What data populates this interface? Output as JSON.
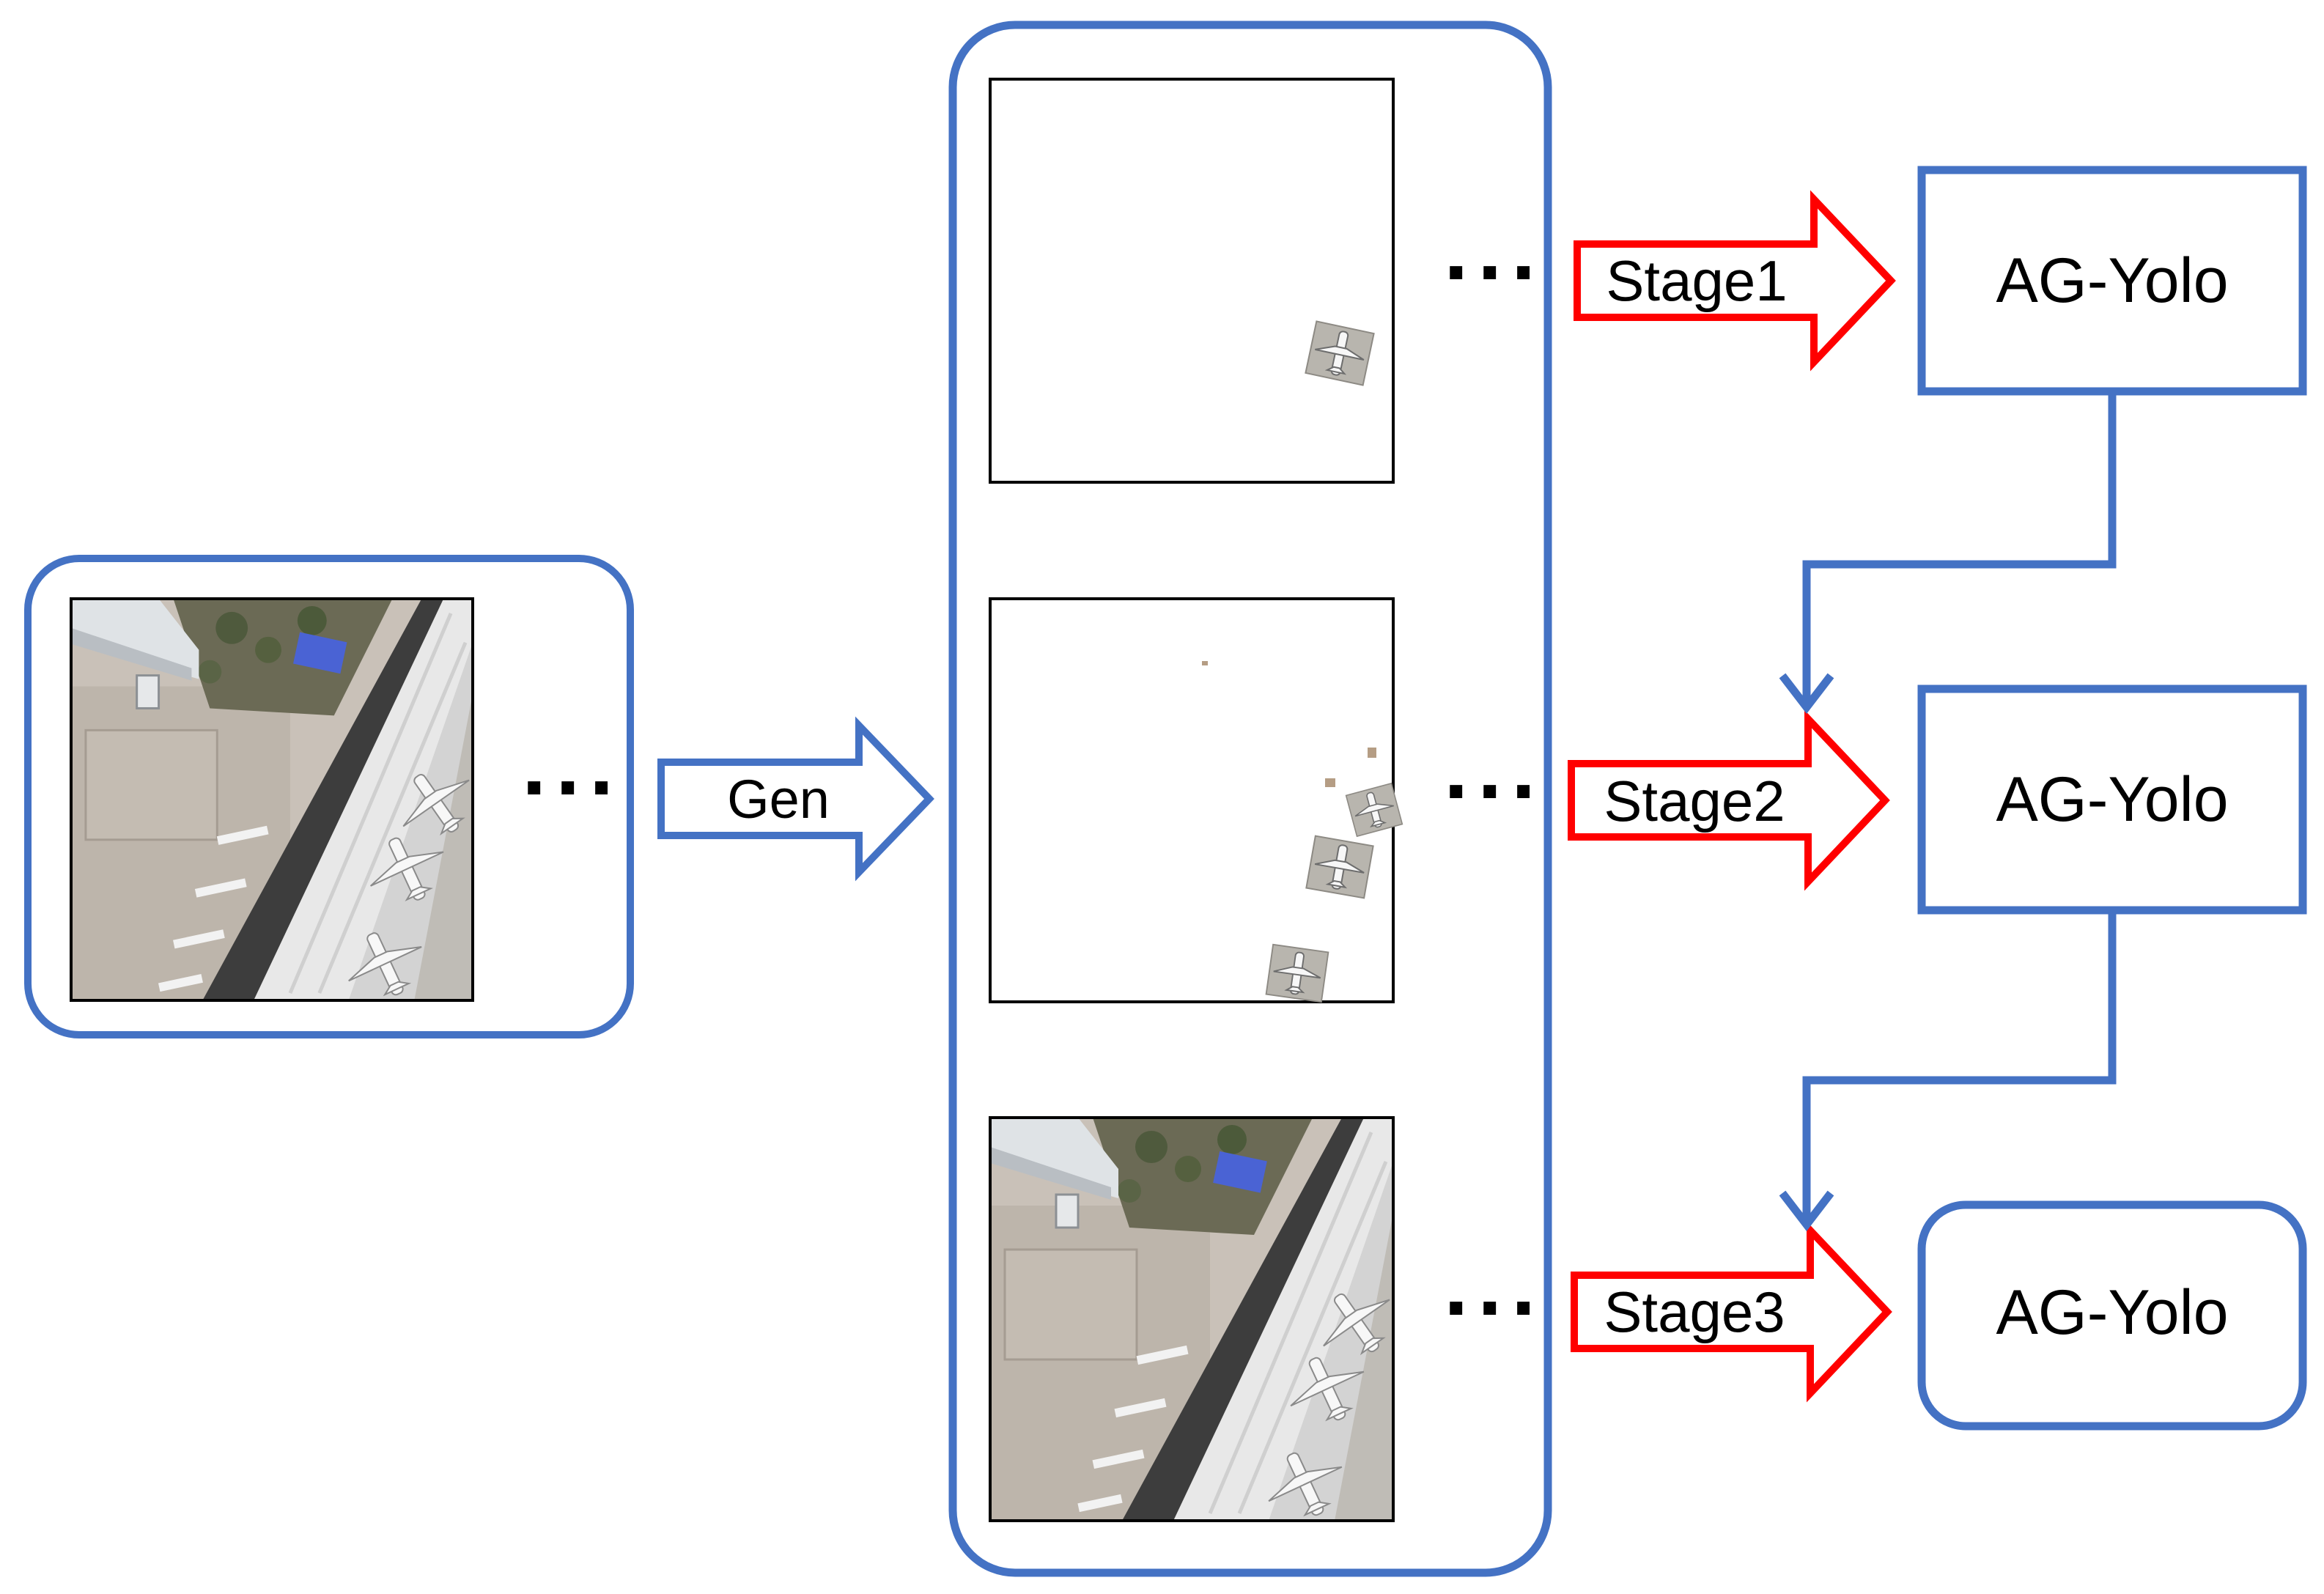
{
  "colors": {
    "frame_blue": "#4472C4",
    "stage_red": "#FF0000",
    "image_border": "#000000",
    "background": "#FFFFFF"
  },
  "input_group": {
    "image": "aerial-airport-image",
    "ellipsis": "···"
  },
  "gen_arrow": {
    "label": "Gen"
  },
  "generated_group": {
    "ellipsis": "···",
    "images": [
      {
        "content": "white canvas with one pasted airplane patch"
      },
      {
        "content": "white canvas with several pasted airplane patches"
      },
      {
        "content": "full aerial airport image"
      }
    ]
  },
  "stages": [
    {
      "label": "Stage1",
      "model": "AG-Yolo"
    },
    {
      "label": "Stage2",
      "model": "AG-Yolo"
    },
    {
      "label": "Stage3",
      "model": "AG-Yolo"
    }
  ]
}
